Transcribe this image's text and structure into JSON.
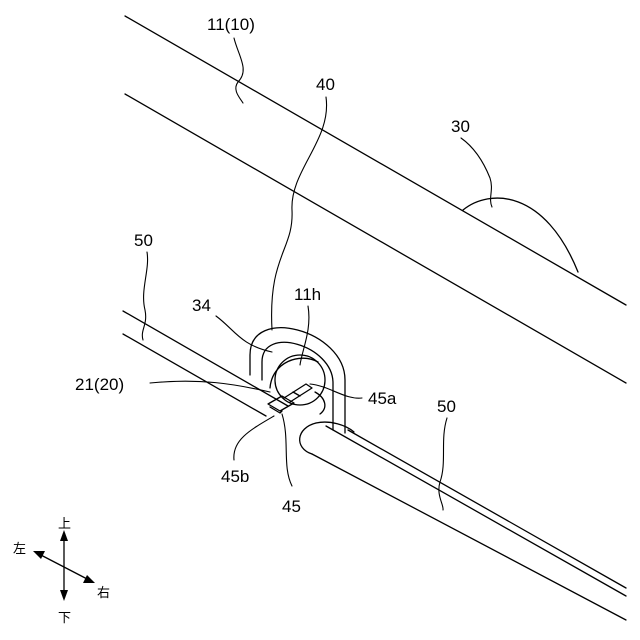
{
  "labels": {
    "pipe_upper": "11(10)",
    "cover": "40",
    "bump": "30",
    "cable_left": "50",
    "cable_right": "50",
    "grommet": "34",
    "hole": "11h",
    "pipe_lower": "21(20)",
    "clip_a": "45a",
    "clip_b": "45b",
    "clip": "45"
  },
  "directions": {
    "up": "上",
    "down": "下",
    "left": "左",
    "right": "右"
  }
}
